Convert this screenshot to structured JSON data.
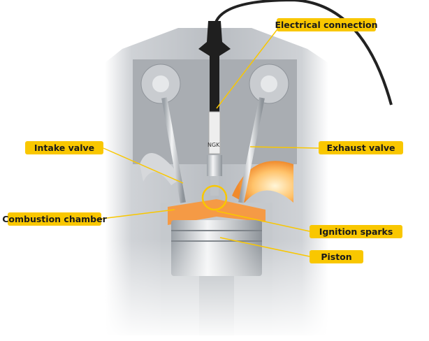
{
  "labels": {
    "electrical_connection": "Electrical connection",
    "intake_valve": "Intake valve",
    "exhaust_valve": "Exhaust valve",
    "combustion_chamber": "Combustion chamber",
    "ignition_sparks": "Ignition sparks",
    "piston": "Piston"
  },
  "spark_plug_brand": "NGK",
  "colors": {
    "label_bg": "#f9c700",
    "chamber": "#f59a45",
    "leader": "#f9c700"
  }
}
